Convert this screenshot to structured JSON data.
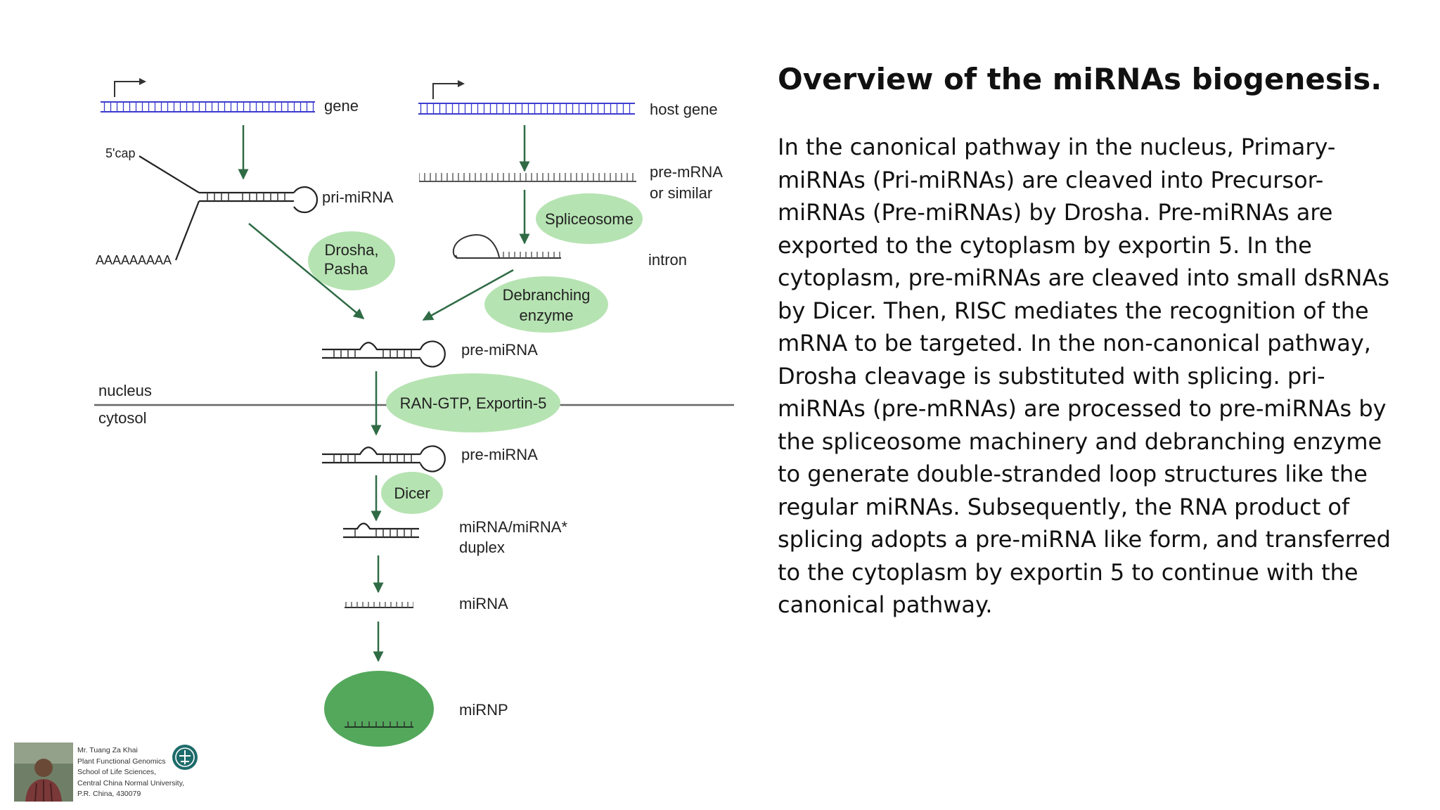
{
  "slide": {
    "title": "Overview of the miRNAs biogenesis.",
    "body": "In the canonical pathway in the nucleus, Primary-miRNAs  (Pri-miRNAs) are cleaved into Precursor-miRNAs (Pre-miRNAs) by Drosha. Pre-miRNAs are exported to the cytoplasm by exportin 5. In the cytoplasm, pre-miRNAs are cleaved into small dsRNAs by Dicer. Then, RISC mediates the recognition of the mRNA to be targeted. In the non-canonical pathway, Drosha cleavage is substituted with splicing. pri-miRNAs (pre-mRNAs) are processed to pre-miRNAs by the spliceosome machinery and debranching enzyme to generate double-stranded loop structures like the regular miRNAs. Subsequently, the RNA product of splicing adopts a pre-miRNA like form, and transferred to the cytoplasm by exportin 5 to continue with the canonical pathway."
  },
  "diagram": {
    "gene": "gene",
    "host_gene": "host gene",
    "cap": "5'cap",
    "pri_mirna": "pri-miRNA",
    "poly_a": "AAAAAAAAA",
    "pre_mrna_1": "pre-mRNA",
    "pre_mrna_2": "or similar",
    "spliceosome": "Spliceosome",
    "intron": "intron",
    "drosha_1": "Drosha,",
    "drosha_2": "Pasha",
    "debranching_1": "Debranching",
    "debranching_2": "enzyme",
    "pre_mirna_nuc": "pre-miRNA",
    "nucleus": "nucleus",
    "cytosol": "cytosol",
    "exportin": "RAN-GTP, Exportin-5",
    "pre_mirna_cyt": "pre-miRNA",
    "dicer": "Dicer",
    "duplex_1": "miRNA/miRNA*",
    "duplex_2": "duplex",
    "mirna": "miRNA",
    "mirnp": "miRNP"
  },
  "footer": {
    "name": "Mr. Tuang Za Khai",
    "lab": "Plant Functional Genomics",
    "school": "School of Life Sciences,",
    "university": "Central China Normal University,",
    "address": "P.R. China, 430079"
  },
  "colors": {
    "dna_strand": "#3b3bcf",
    "arrow": "#2f6b45",
    "enzyme_fill": "#b6e3b2",
    "mirnp_fill": "#54a85c",
    "text": "#111111"
  },
  "icons": [
    "author-photo",
    "university-seal-icon"
  ]
}
